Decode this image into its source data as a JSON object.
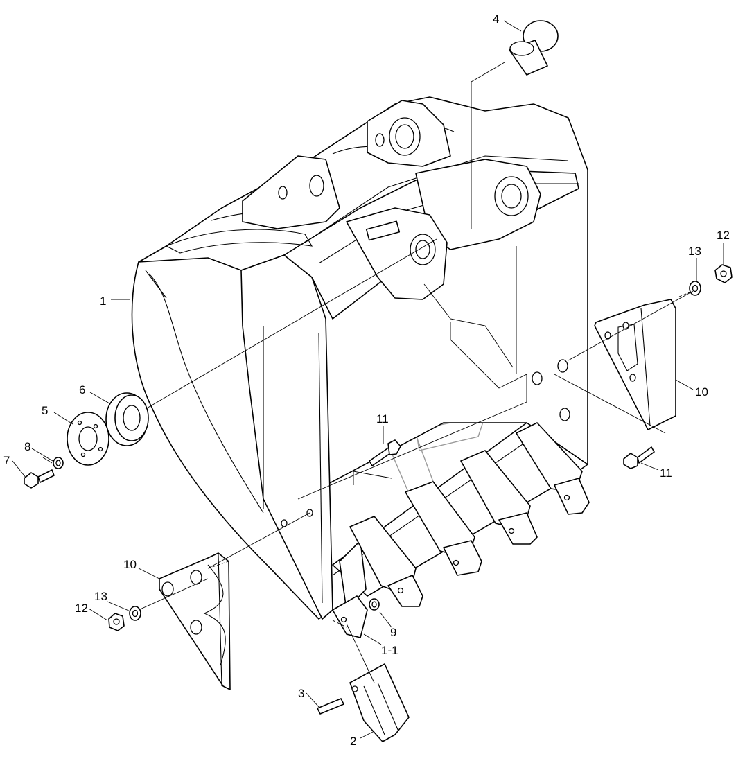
{
  "diagram": {
    "type": "exploded-parts-drawing",
    "colors": {
      "line": "#000000",
      "background": "#ffffff",
      "watermark": "#9a9a9a"
    },
    "callouts": [
      {
        "id": "c1",
        "label": "1"
      },
      {
        "id": "c1-1",
        "label": "1-1"
      },
      {
        "id": "c2",
        "label": "2"
      },
      {
        "id": "c3",
        "label": "3"
      },
      {
        "id": "c4",
        "label": "4"
      },
      {
        "id": "c5",
        "label": "5"
      },
      {
        "id": "c6",
        "label": "6"
      },
      {
        "id": "c7",
        "label": "7"
      },
      {
        "id": "c8",
        "label": "8"
      },
      {
        "id": "c9",
        "label": "9"
      },
      {
        "id": "c10a",
        "label": "10"
      },
      {
        "id": "c10b",
        "label": "10"
      },
      {
        "id": "c11a",
        "label": "11"
      },
      {
        "id": "c11b",
        "label": "11"
      },
      {
        "id": "c12a",
        "label": "12"
      },
      {
        "id": "c12b",
        "label": "12"
      },
      {
        "id": "c13a",
        "label": "13"
      },
      {
        "id": "c13b",
        "label": "13"
      }
    ]
  }
}
